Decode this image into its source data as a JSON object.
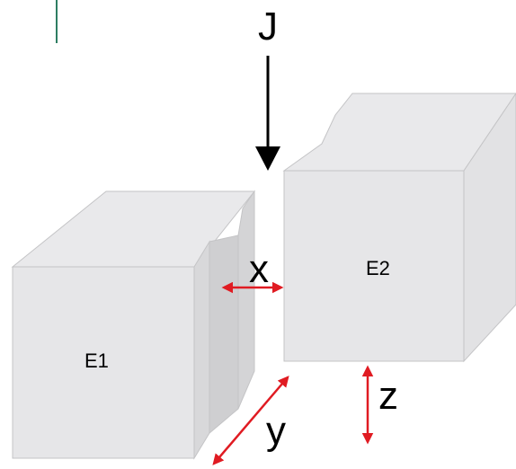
{
  "labels": {
    "flow": "J",
    "gap_x": "x",
    "gap_y": "y",
    "gap_z": "z",
    "block_left": "E1",
    "block_right": "E2"
  },
  "colors": {
    "block_face": "#e6e6e8",
    "block_side": "#d6d6d8",
    "fracture_face": "#cfcfd1",
    "edge": "#c4c4c6",
    "arrow_gap": "#e01b22",
    "arrow_flow": "#000000",
    "accent_line": "#2e7d62"
  },
  "icons": {
    "flow_arrow": "arrow-down-icon",
    "gap_arrows": "double-headed-arrow-icon"
  }
}
